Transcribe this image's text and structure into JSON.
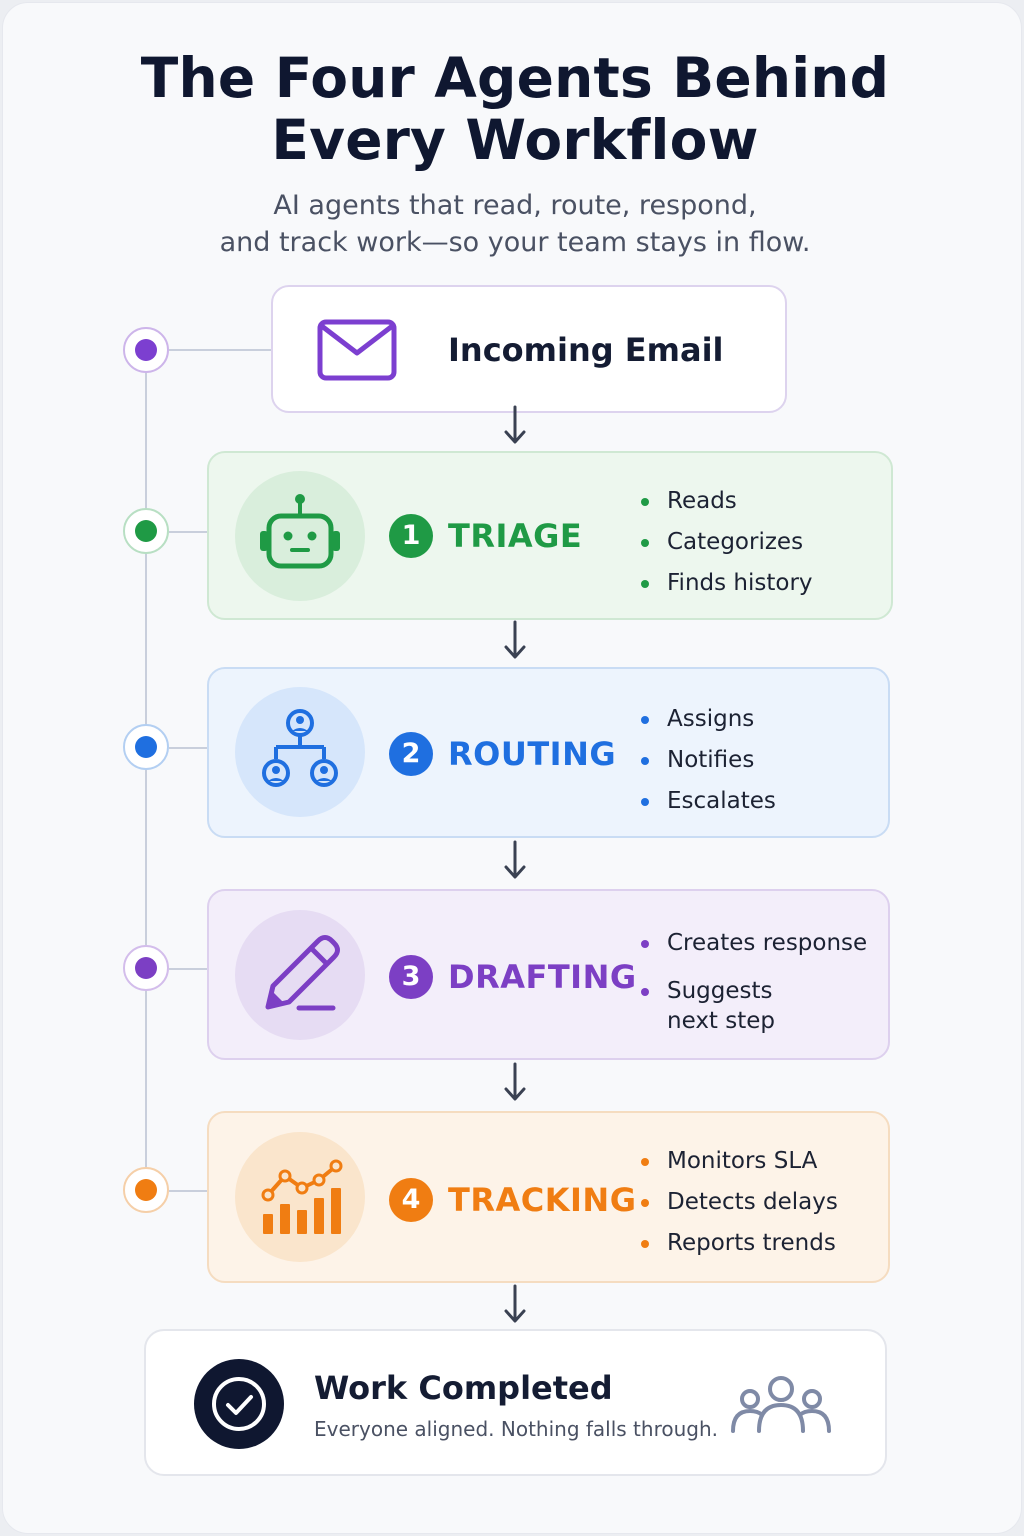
{
  "header": {
    "title_line1": "The Four Agents Behind",
    "title_line2": "Every Workflow",
    "subtitle_line1": "AI agents that read, route, respond,",
    "subtitle_line2": "and track work—so your team stays in flow."
  },
  "input": {
    "label": "Incoming Email",
    "icon": "envelope-icon",
    "color": "#7c3fd0"
  },
  "stages": [
    {
      "number": "1",
      "name": "TRIAGE",
      "icon": "robot-icon",
      "color": "#1f9a45",
      "items": [
        "Reads",
        "Categorizes",
        "Finds history"
      ]
    },
    {
      "number": "2",
      "name": "ROUTING",
      "icon": "org-chart-icon",
      "color": "#1f6fe0",
      "items": [
        "Assigns",
        "Notifies",
        "Escalates"
      ]
    },
    {
      "number": "3",
      "name": "DRAFTING",
      "icon": "pencil-icon",
      "color": "#7c3fc4",
      "items": [
        "Creates response",
        "Suggests",
        "next step"
      ]
    },
    {
      "number": "4",
      "name": "TRACKING",
      "icon": "bar-chart-trend-icon",
      "color": "#f07d12",
      "items": [
        "Monitors SLA",
        "Detects delays",
        "Reports trends"
      ]
    }
  ],
  "output": {
    "title": "Work Completed",
    "subtitle": "Everyone aligned. Nothing falls through.",
    "icon": "checkmark-icon",
    "secondary_icon": "team-icon"
  }
}
